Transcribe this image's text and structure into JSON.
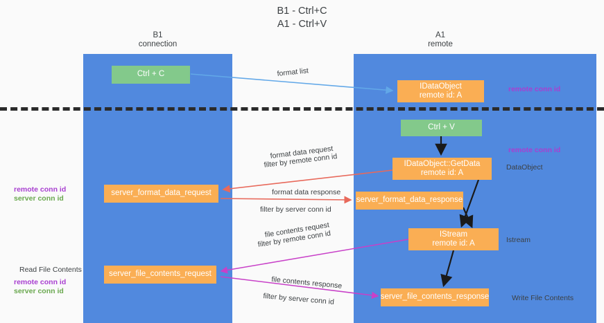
{
  "title": "B1 - Ctrl+C\nA1 - Ctrl+V",
  "lanes": [
    {
      "id": "b1",
      "heading": "B1\nconnection",
      "color": "#5189DE"
    },
    {
      "id": "a1",
      "heading": "A1\nremote",
      "color": "#5189DE"
    }
  ],
  "colors": {
    "lane": "#5189DE",
    "green_box": "#83C98B",
    "orange_box": "#FAAE54",
    "purple_text": "#A83FD0",
    "green_text": "#6AA84F",
    "body_text": "#3c4043",
    "divider": "#2b2b2b",
    "arrow_blue": "#62A8E8",
    "arrow_red": "#E8695B",
    "arrow_magenta": "#C840C8",
    "arrow_black": "#1a1a1a"
  },
  "boxes": {
    "ctrl_c": {
      "label": "Ctrl + C"
    },
    "idataobject": {
      "line1": "IDataObject",
      "line2": "remote id: A"
    },
    "ctrl_v": {
      "label": "Ctrl + V"
    },
    "getdata": {
      "line1": "IDataObject::GetData",
      "line2": "remote id: A"
    },
    "server_format_data_request": {
      "label": "server_format_data_request"
    },
    "server_format_data_response": {
      "label": "server_format_data_response"
    },
    "istream": {
      "line1": "IStream",
      "line2": "remote id: A"
    },
    "server_file_contents_request": {
      "label": "server_file_contents_request"
    },
    "server_file_contents_response": {
      "label": "server_file_contents_response"
    }
  },
  "flow_labels": {
    "format_list": "format list",
    "format_data_request": "format data request",
    "format_data_request_filter_prefix": "filter by ",
    "format_data_request_filter_key": "remote conn id",
    "format_data_response": "format data response",
    "format_data_response_filter_prefix": "filter by ",
    "format_data_response_filter_key": "server conn id",
    "file_contents_request": "file contents request",
    "file_contents_request_filter_prefix": "filter by ",
    "file_contents_request_filter_key": "remote conn id",
    "file_contents_response": "file contents response",
    "file_contents_response_filter_prefix": "filter by ",
    "file_contents_response_filter_key": "server conn id"
  },
  "side_labels": {
    "right_remote_conn_id_top": "remote conn id",
    "right_remote_conn_id_mid": "remote conn id",
    "right_dataobject": "DataObject",
    "right_istream": "Istream",
    "right_write_file_contents": "Write File Contents",
    "left_remote_conn_id": "remote conn id",
    "left_server_conn_id": "server conn id",
    "left_read_file_contents": "Read File Contents",
    "left_remote_conn_id_2": "remote conn id",
    "left_server_conn_id_2": "server conn id"
  }
}
